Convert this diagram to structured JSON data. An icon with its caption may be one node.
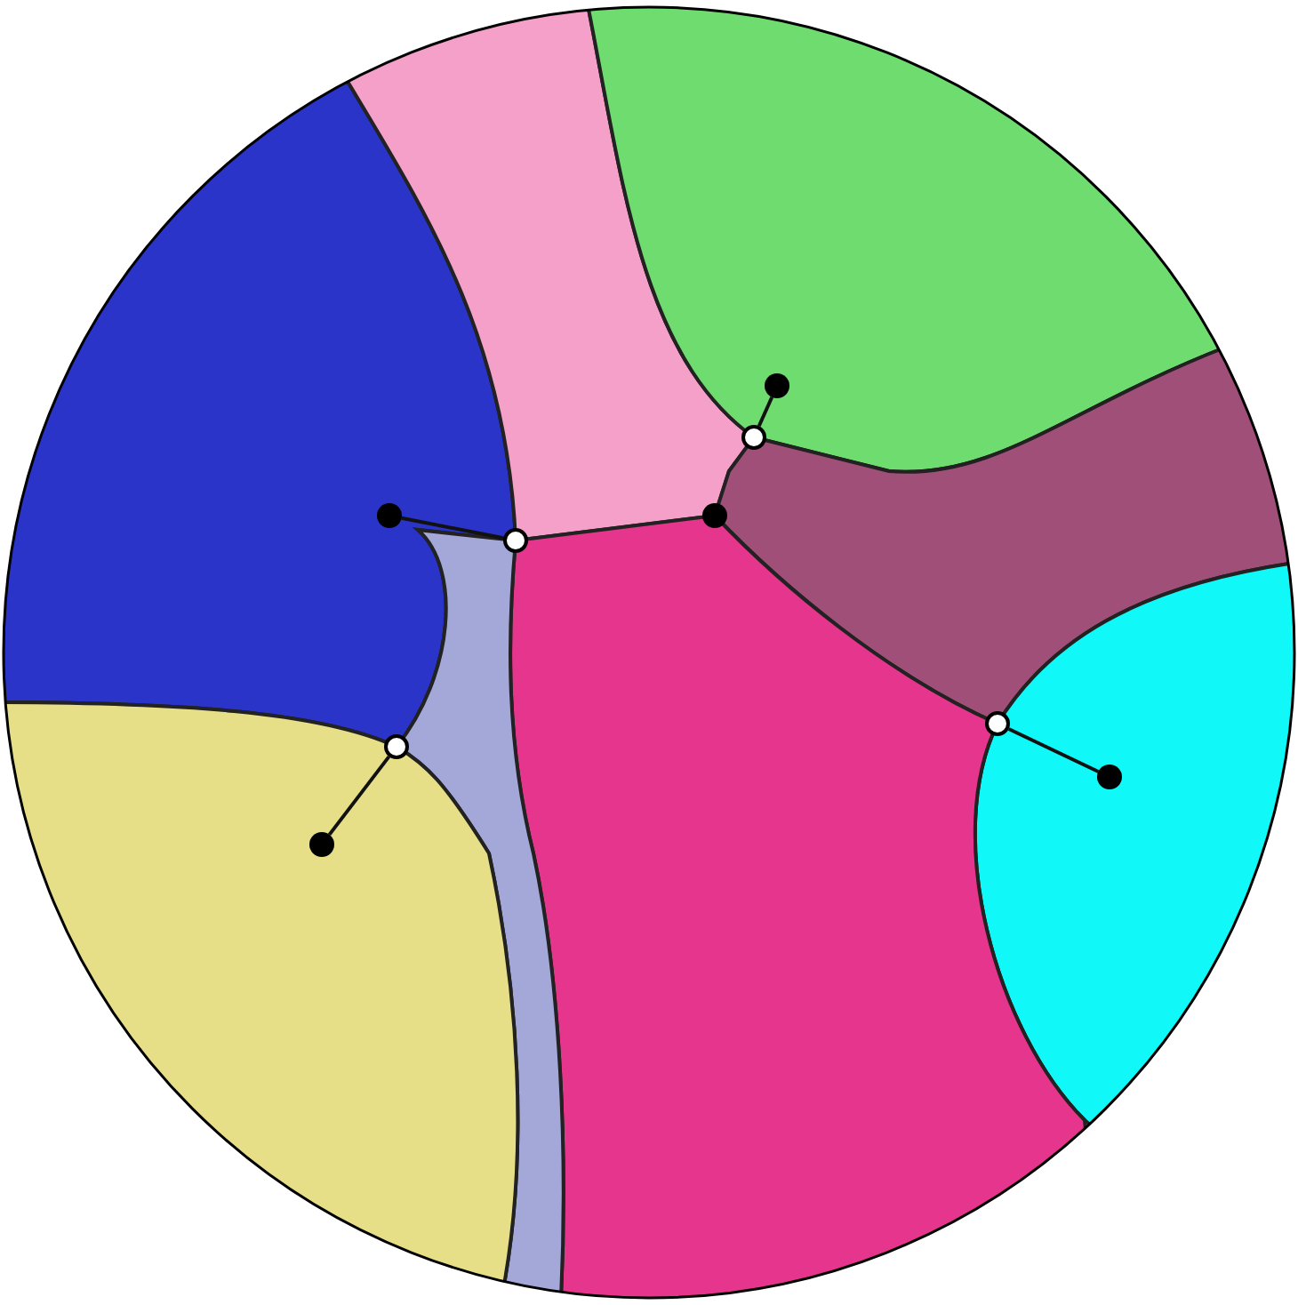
{
  "diagram": {
    "nodes": [
      {
        "text": [],
        "shape": "circle"
      },
      {
        "text": [],
        "shape": "circle"
      },
      {
        "text": [],
        "shape": "circle"
      },
      {
        "text": [],
        "shape": "circle"
      },
      {
        "text": [],
        "shape": "circle"
      },
      {
        "text": [],
        "shape": "circle"
      },
      {
        "text": [],
        "shape": "circle"
      },
      {
        "text": [],
        "shape": "circle"
      },
      {
        "text": [],
        "shape": "circle"
      }
    ],
    "edges": [
      {
        "from": 0,
        "to": 1,
        "arrow": "none"
      },
      {
        "from": 2,
        "to": 4,
        "arrow": "none"
      },
      {
        "from": 8,
        "to": 6,
        "arrow": "none"
      },
      {
        "from": 7,
        "to": 5,
        "arrow": "none"
      }
    ]
  }
}
